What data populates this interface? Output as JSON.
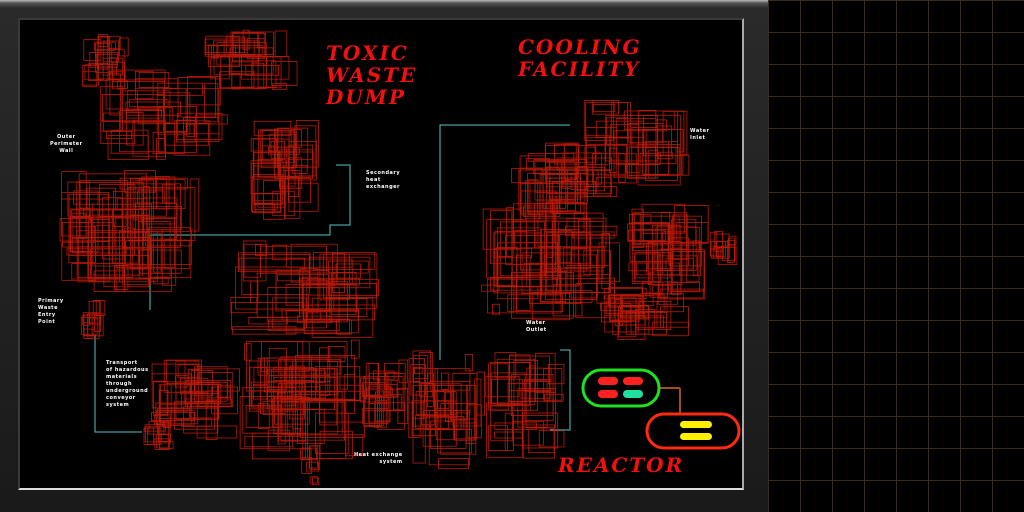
{
  "titles": {
    "toxic": "Toxic\nWaste\nDump",
    "cooling": "Cooling\nFacility",
    "reactor": "Reactor"
  },
  "notes": {
    "perimeter": "Outer\nPerimeter\nWall",
    "entry": "Primary\nWaste\nEntry\nPoint",
    "transport": "Transport\nof hazardous\nmaterials\nthrough\nunderground\nconveyor\nsystem",
    "secondary": "Secondary\nheat\nexchanger",
    "inlet": "Water\nInlet",
    "outlet": "Water\nOutlet",
    "heat": "Heat exchange\nsystem"
  },
  "colors": {
    "map": "#b81a08",
    "path": "#4fc8c8",
    "reactor_top": "#20e020",
    "reactor_bottom": "#ff2a10",
    "indicator_red": "#ff2020",
    "indicator_green": "#20e0a0",
    "indicator_yellow": "#ffee00"
  }
}
